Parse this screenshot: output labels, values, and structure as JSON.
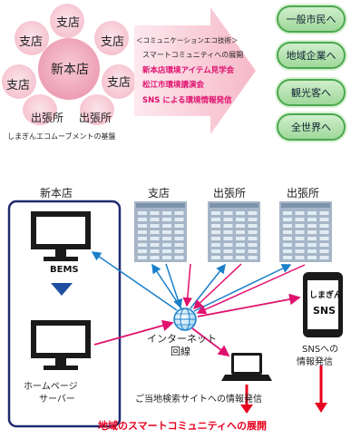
{
  "top": {
    "branch_label": "支店",
    "main_label": "新本店",
    "office_1": "出張所",
    "office_2": "出張所",
    "caption": "しまぎんエコムーブメントの基盤",
    "arrow_heading": "＜コミュニケーションエコ技術＞",
    "arrow_sub": "スマートコミュニティへの展開",
    "arrow_items": [
      "新本店環境アイテム見学会",
      "松江市環境講演会",
      "SNS による環境情報発信"
    ],
    "targets": [
      "一般市民へ",
      "地域企業へ",
      "観光客へ",
      "全世界へ"
    ]
  },
  "bottom": {
    "headers": {
      "main": "新本店",
      "branch": "支店",
      "office1": "出張所",
      "office2": "出張所"
    },
    "bems": "BEMS",
    "hp_server_line1": "ホームページ",
    "hp_server_line2": "サーバー",
    "internet_line1": "インターネット",
    "internet_line2": "回線",
    "sns_screen_line1": "しまぎん",
    "sns_screen_line2": "SNS",
    "sns_label_line1": "SNSへの",
    "sns_label_line2": "情報発信",
    "search_label": "ご当地検索サイトへの情報発信",
    "footer": "地域のスマートコミュニティへの展開"
  },
  "colors": {
    "pink": "#e0106e",
    "blue": "#1a7fc9",
    "navy": "#1f2b6e",
    "red": "#e8001e",
    "green": "#4aa84e"
  }
}
